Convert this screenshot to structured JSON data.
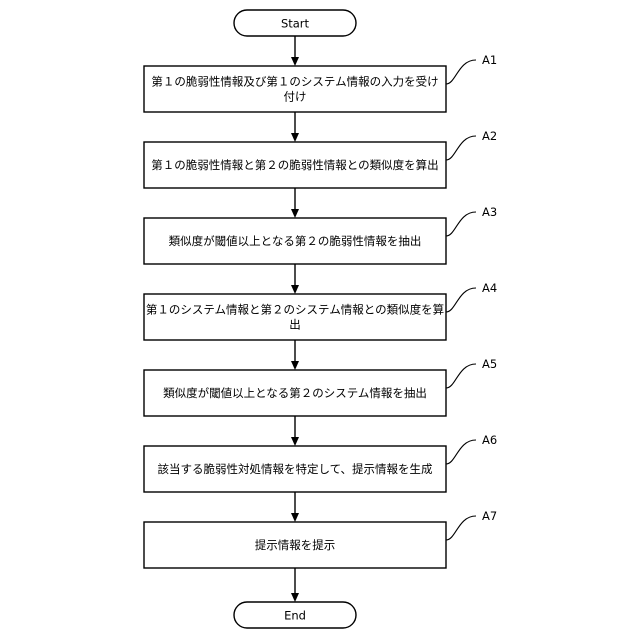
{
  "terminals": {
    "start": "Start",
    "end": "End"
  },
  "steps": [
    {
      "ref": "A1",
      "lines": [
        "第１の脆弱性情報及び第１のシステム情報の入力を受け",
        "付け"
      ]
    },
    {
      "ref": "A2",
      "lines": [
        "第１の脆弱性情報と第２の脆弱性情報との類似度を算出"
      ]
    },
    {
      "ref": "A3",
      "lines": [
        "類似度が閾値以上となる第２の脆弱性情報を抽出"
      ]
    },
    {
      "ref": "A4",
      "lines": [
        "第１のシステム情報と第２のシステム情報との類似度を算",
        "出"
      ]
    },
    {
      "ref": "A5",
      "lines": [
        "類似度が閾値以上となる第２のシステム情報を抽出"
      ]
    },
    {
      "ref": "A6",
      "lines": [
        "該当する脆弱性対処情報を特定して、提示情報を生成"
      ]
    },
    {
      "ref": "A7",
      "lines": [
        "提示情報を提示"
      ]
    }
  ]
}
